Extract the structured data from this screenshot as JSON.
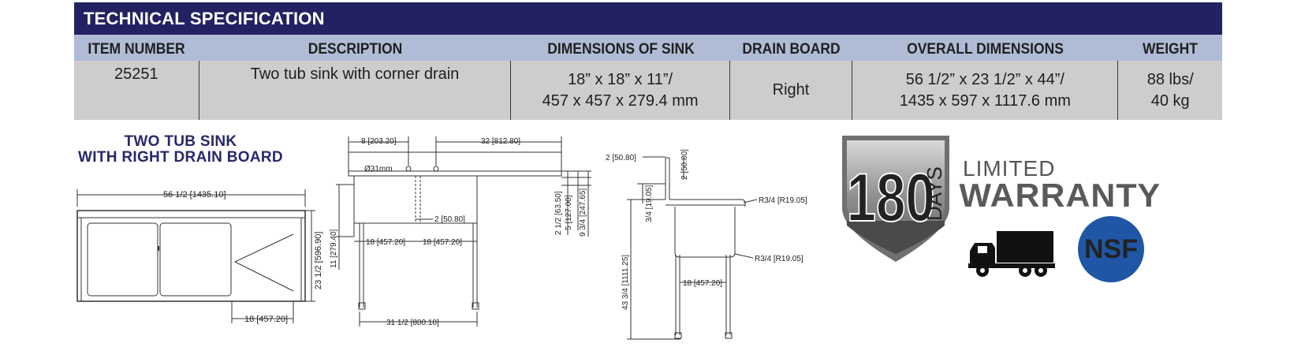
{
  "spec": {
    "title": "TECHNICAL SPECIFICATION",
    "headers": [
      "ITEM NUMBER",
      "DESCRIPTION",
      "DIMENSIONS OF SINK",
      "DRAIN BOARD",
      "OVERALL DIMENSIONS",
      "WEIGHT"
    ],
    "row": {
      "item_number": "25251",
      "description": "Two tub sink with corner drain",
      "sink_dims_1": "18” x 18” x 11”/",
      "sink_dims_2": "457 x 457 x 279.4 mm",
      "drain_board": "Right",
      "overall_1": "56 1/2” x 23 1/2” x 44”/",
      "overall_2": "1435 x 597 x 1117.6 mm",
      "weight_1": "88 lbs/",
      "weight_2": "40 kg"
    }
  },
  "drawing": {
    "title_line1": "TWO TUB SINK",
    "title_line2": "WITH RIGHT DRAIN BOARD",
    "top_view": {
      "overall_width": "56 1/2 [1435.10]",
      "depth": "23 1/2 [596.90]",
      "board": "18 [457.20]"
    },
    "front_view": {
      "faucet_offset": "8 [203.20]",
      "faucet_span": "32 [812.80]",
      "drain_dia": "Ø31mm",
      "divider": "2 [50.80]",
      "bowl_left": "18 [457.20]",
      "bowl_right": "18 [457.20]",
      "bowl_depth": "11 [279.40]",
      "dim_a": "2 1/2 [63.50]",
      "dim_b": "5 [127.00]",
      "dim_c": "9 3/4 [247.65]",
      "leg_span": "31 1/2 [800.10]"
    },
    "side_view": {
      "backsplash_w": "2 [50.80]",
      "backsplash_h": "2 [50.80]",
      "edge": "3/4 [19.05]",
      "radius_top": "R3/4 [R19.05]",
      "radius_bottom": "R3/4 [R19.05]",
      "height": "43 3/4 [1111.25]",
      "bowl_width": "18 [457.20]"
    }
  },
  "badges": {
    "days_number": "180",
    "days_word": "DAYS",
    "limited": "LIMITED",
    "warranty": "WARRANTY",
    "nsf": "NSF"
  },
  "colors": {
    "title_bar": "#222263",
    "header_bar": "#b0bcd6",
    "row_bg": "#cdcdcd",
    "drawing_title": "#27286a",
    "nsf_blue": "#1f56a6"
  }
}
